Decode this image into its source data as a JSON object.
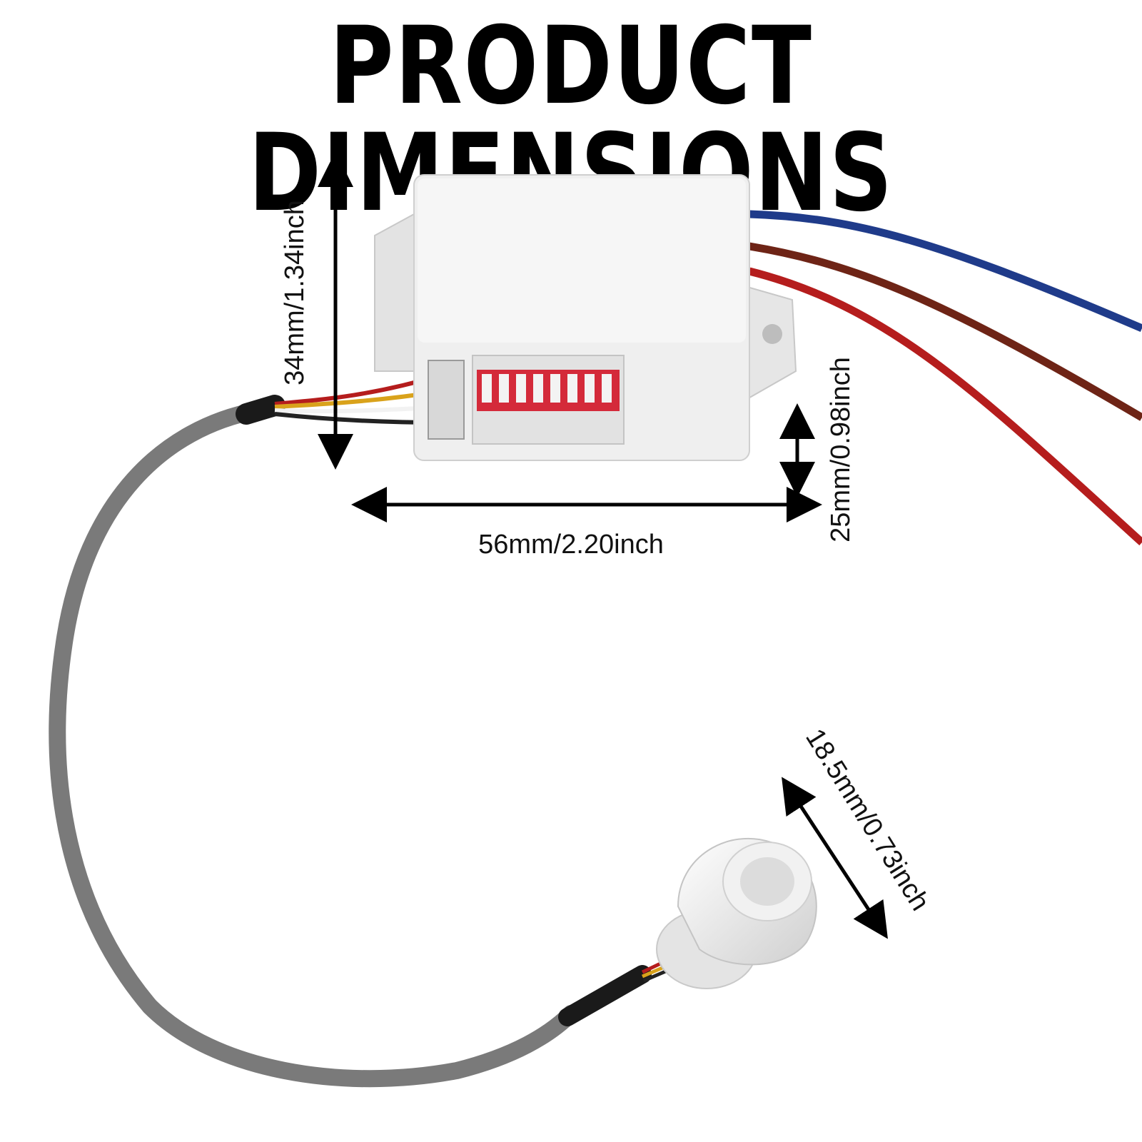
{
  "title": "PRODUCT DIMENSIONS",
  "dimensions": {
    "height": "34mm/1.34inch",
    "width": "56mm/2.20inch",
    "depth": "25mm/0.98inch",
    "sensor_diameter": "18.5mm/0.73inch"
  },
  "colors": {
    "background": "#ffffff",
    "text": "#000000",
    "housing": "#ececec",
    "dip_switch": "#d42a3a",
    "cable_gray": "#7a7a7a",
    "wire_blue": "#1f3b8a",
    "wire_brown": "#6e2416",
    "wire_red": "#b51d1d"
  },
  "icons": [
    "double-arrow-icon",
    "motion-sensor-module",
    "pir-sensor-head",
    "dip-switch-block"
  ]
}
